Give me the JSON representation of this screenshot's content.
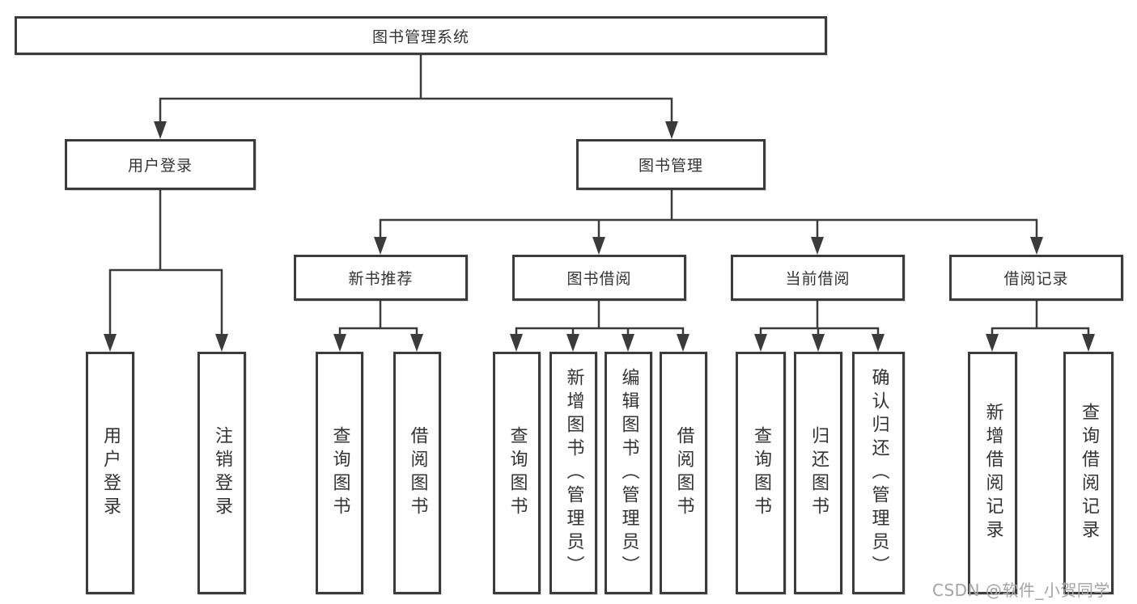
{
  "watermark": "CSDN @软件_小贺同学",
  "nodes": {
    "root": {
      "label": "图书管理系统"
    },
    "userLogin": {
      "label": "用户登录",
      "children": [
        "用户登录",
        "注销登录"
      ]
    },
    "bookMgmt": {
      "label": "图书管理"
    },
    "newBooks": {
      "label": "新书推荐",
      "children": [
        "查询图书",
        "借阅图书"
      ]
    },
    "bookBorrow": {
      "label": "图书借阅",
      "children": [
        "查询图书",
        "新增图书（管理员）",
        "编辑图书（管理员）",
        "借阅图书"
      ]
    },
    "currentBorrow": {
      "label": "当前借阅",
      "children": [
        "查询图书",
        "归还图书",
        "确认归还（管理员）"
      ]
    },
    "borrowRecords": {
      "label": "借阅记录",
      "children": [
        "新增借阅记录",
        "查询借阅记录"
      ]
    }
  },
  "colors": {
    "line": "#3b3b3b",
    "text": "#333333",
    "watermark": "#a3a3a3",
    "background": "#ffffff"
  }
}
